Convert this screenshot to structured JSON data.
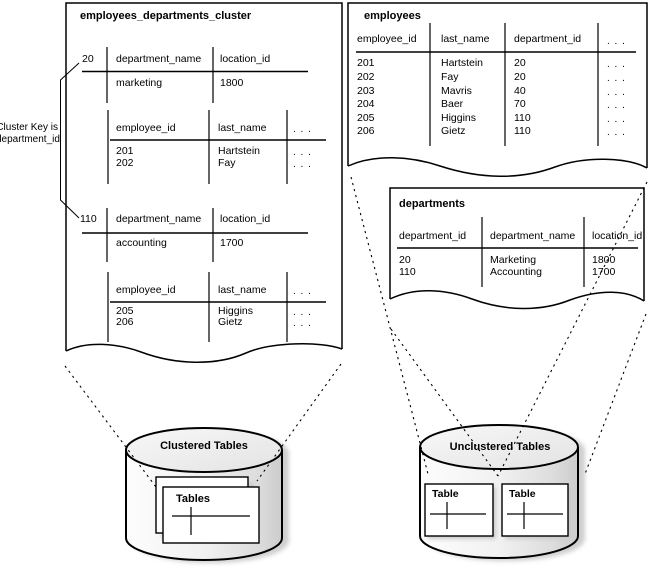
{
  "cluster_box": {
    "title": "employees_departments_cluster",
    "cluster_key_note": {
      "line1": "Cluster Key is",
      "line2": "department_id"
    },
    "sections": [
      {
        "key": "20",
        "dept": {
          "headers": [
            "department_name",
            "location_id"
          ],
          "rows": [
            [
              "marketing",
              "1800"
            ]
          ]
        },
        "emp": {
          "headers": [
            "employee_id",
            "last_name",
            ". . ."
          ],
          "rows": [
            [
              "201",
              "Hartstein",
              ". . ."
            ],
            [
              "202",
              "Fay",
              ". . ."
            ]
          ]
        }
      },
      {
        "key": "110",
        "dept": {
          "headers": [
            "department_name",
            "location_id"
          ],
          "rows": [
            [
              "accounting",
              "1700"
            ]
          ]
        },
        "emp": {
          "headers": [
            "employee_id",
            "last_name",
            ". . ."
          ],
          "rows": [
            [
              "205",
              "Higgins",
              ". . ."
            ],
            [
              "206",
              "Gietz",
              ". . ."
            ]
          ]
        }
      }
    ]
  },
  "employees_table": {
    "title": "employees",
    "headers": [
      "employee_id",
      "last_name",
      "department_id",
      ". . ."
    ],
    "rows": [
      [
        "201",
        "Hartstein",
        "20",
        ". . ."
      ],
      [
        "202",
        "Fay",
        "20",
        ". . ."
      ],
      [
        "203",
        "Mavris",
        "40",
        ". . ."
      ],
      [
        "204",
        "Baer",
        "70",
        ". . ."
      ],
      [
        "205",
        "Higgins",
        "110",
        ". . ."
      ],
      [
        "206",
        "Gietz",
        "110",
        ". . ."
      ]
    ]
  },
  "departments_table": {
    "title": "departments",
    "headers": [
      "department_id",
      "department_name",
      "location_id"
    ],
    "rows": [
      [
        "20",
        "Marketing",
        "1800"
      ],
      [
        "110",
        "Accounting",
        "1700"
      ]
    ]
  },
  "clustered_storage": {
    "label": "Clustered Tables",
    "pages_label": "Tables"
  },
  "unclustered_storage": {
    "label": "Unclustered Tables",
    "tables": [
      "Table",
      "Table"
    ]
  },
  "colors": {
    "line": "#000000",
    "cylinder_top": "#ececec",
    "cylinder_body_dark": "#cccccc",
    "shadow": "#bfbfbf"
  }
}
